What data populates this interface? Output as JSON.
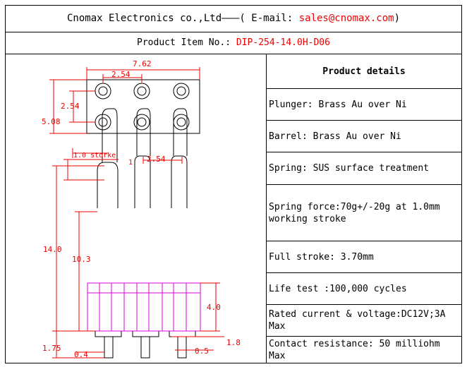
{
  "header": {
    "company": "Cnomax Electronics co.,Ltd———( E-mail: ",
    "email": "sales@cnomax.com",
    "close": ")"
  },
  "item": {
    "label": "Product Item No.: ",
    "value": "DIP-254-14.0H-D06"
  },
  "drawing": {
    "dim_width": "7.62",
    "dim_pitch": "2.54",
    "dim_row_pitch": "2.54",
    "dim_height_top": "5.08",
    "stroke_label": "1.0 storke",
    "stroke_side": "1",
    "dim_pitch_side": "2.54",
    "dim_total_height": "14.0",
    "dim_above_body": "10.3",
    "dim_body": "4.0",
    "dim_tail": "1.75",
    "dim_tail_dia": "0.4",
    "dim_tail_w": "0.5",
    "dim_flange": "1.8"
  },
  "details": {
    "title": "Product details",
    "rows": [
      "Plunger: Brass Au over Ni",
      "Barrel: Brass Au over Ni",
      "Spring: SUS surface treatment",
      "Spring force:70g+/-20g at 1.0mm working stroke",
      "Full stroke: 3.70mm",
      "Life test :100,000 cycles",
      "Rated current & voltage:DC12V;3A Max",
      "Contact resistance: 50 milliohm Max"
    ]
  }
}
